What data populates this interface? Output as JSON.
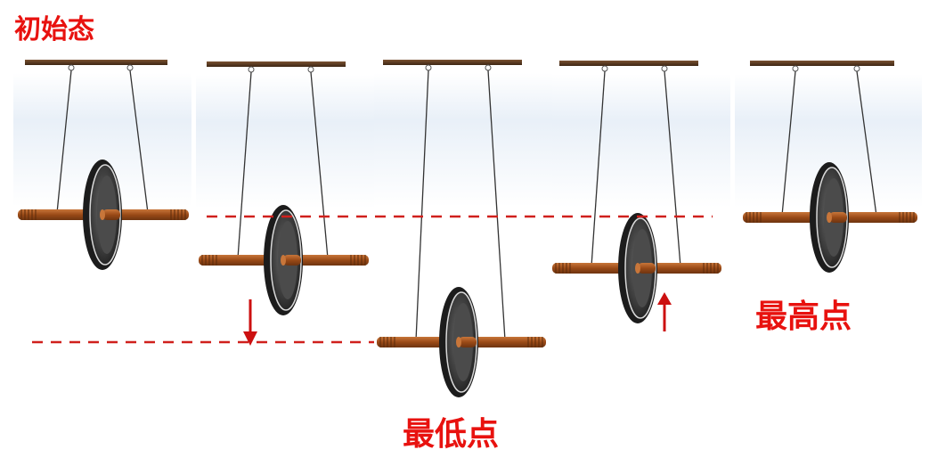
{
  "labels": {
    "initial_state": "初始态",
    "lowest_point": "最低点",
    "highest_point": "最高点"
  },
  "colors": {
    "label_red": "#e8120f",
    "dashed_line": "#d0201c",
    "beam": "#5a3a22",
    "axle": "#a0521e",
    "disk": "#3a3a3a",
    "sky_tint": "#e4edf6"
  }
}
